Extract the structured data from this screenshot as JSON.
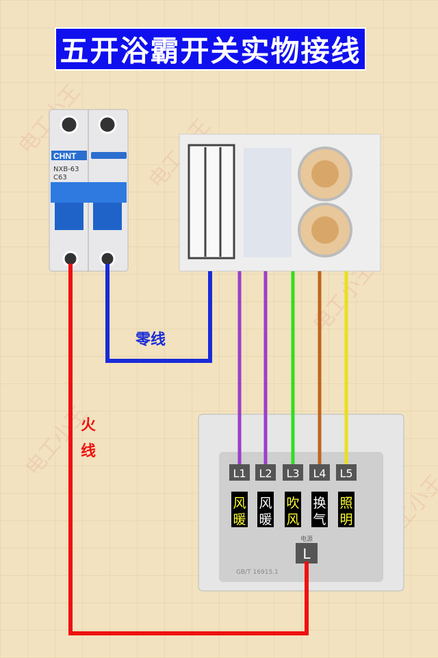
{
  "title": "五开浴霸开关实物接线",
  "watermark": "电工小王",
  "breaker": {
    "brand": "CHNT",
    "model": "NXB-63",
    "rating": "C63"
  },
  "wire_labels": {
    "neutral": "零线",
    "live_1": "火",
    "live_2": "线"
  },
  "switch": {
    "terminals": [
      {
        "id": "L1",
        "label_1": "风",
        "label_2": "暖",
        "color": "#9b3fc8",
        "text_color": "#ffff33"
      },
      {
        "id": "L2",
        "label_1": "风",
        "label_2": "暖",
        "color": "#9b3fc8",
        "text_color": "#ffffff"
      },
      {
        "id": "L3",
        "label_1": "吹",
        "label_2": "风",
        "color": "#33dd22",
        "text_color": "#ffff33"
      },
      {
        "id": "L4",
        "label_1": "换",
        "label_2": "气",
        "color": "#c0651f",
        "text_color": "#ffffff"
      },
      {
        "id": "L5",
        "label_1": "照",
        "label_2": "明",
        "color": "#e8e020",
        "text_color": "#ffff33"
      }
    ],
    "power_terminal": "L",
    "power_label": "电源",
    "standard": "GB/T 16915.1"
  },
  "colors": {
    "live": "#ee1111",
    "neutral": "#1a2bd8",
    "title_bg": "#1010ee"
  }
}
